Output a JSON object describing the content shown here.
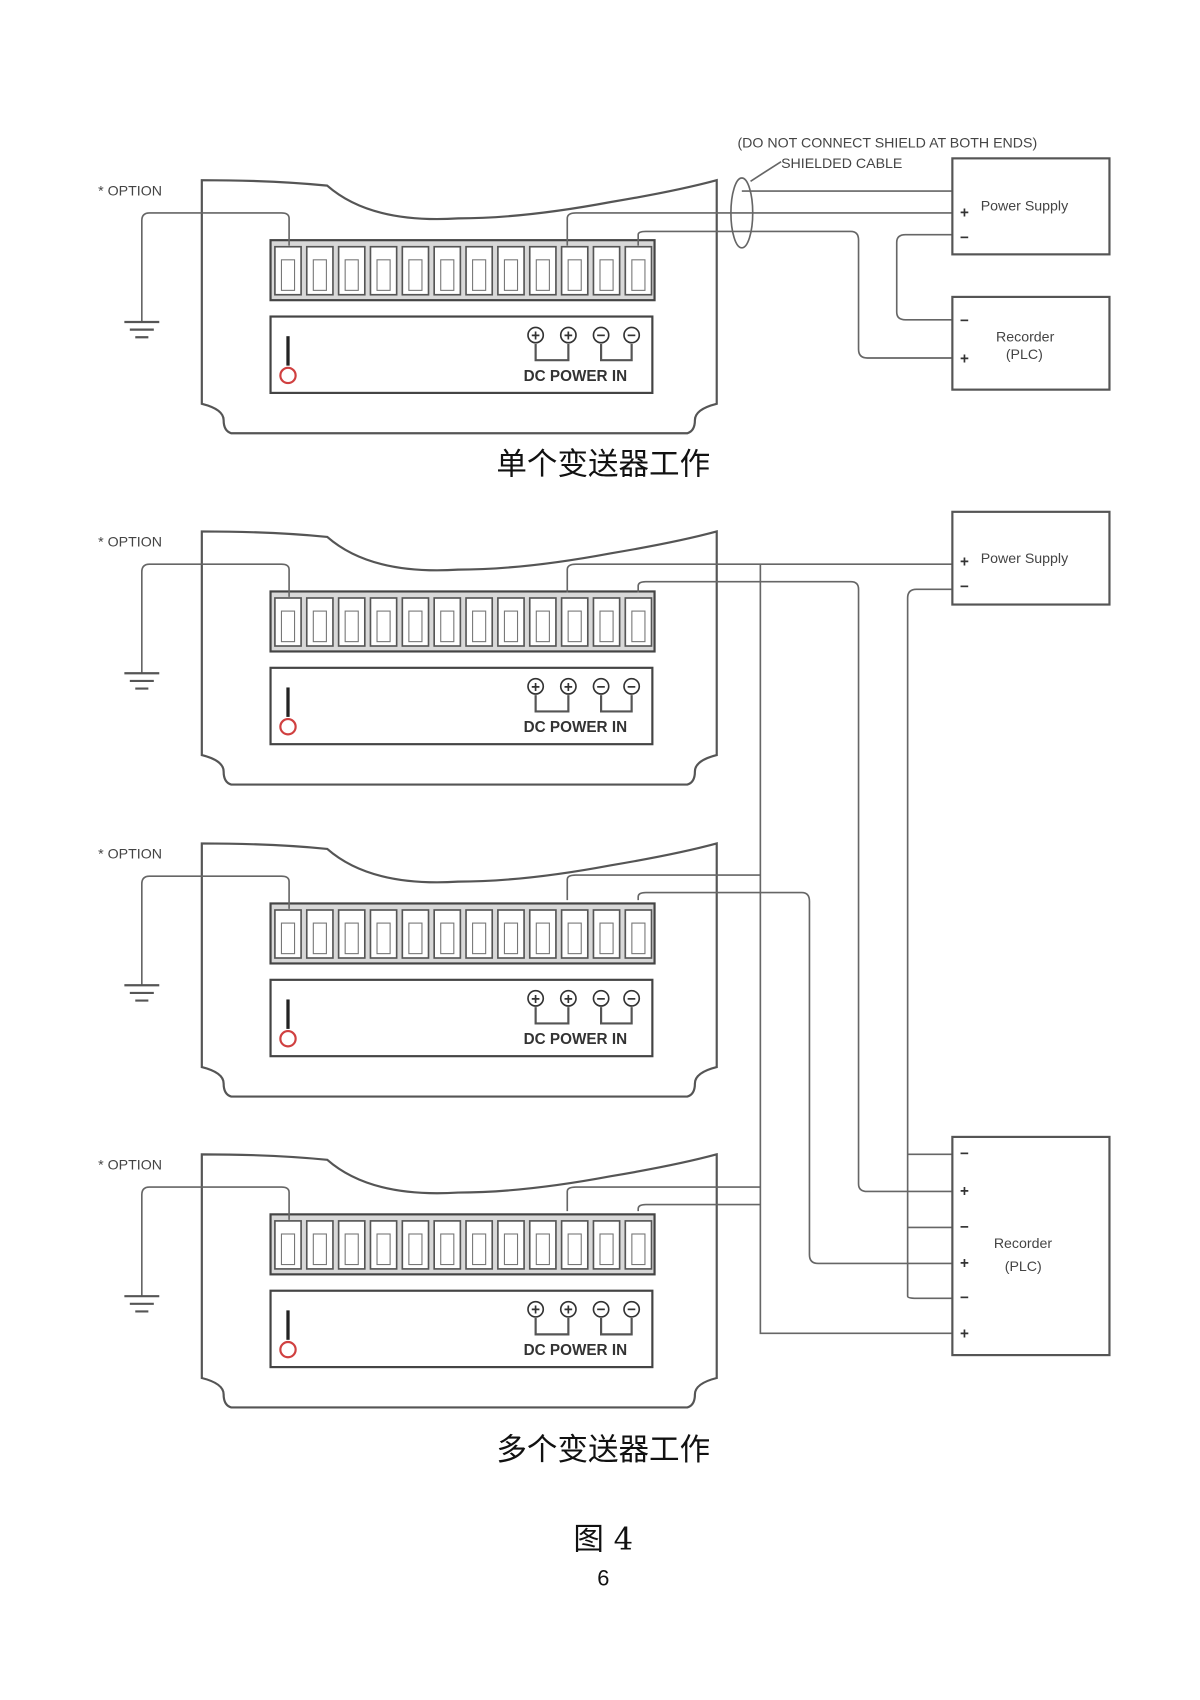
{
  "single": {
    "note": "(DO NOT CONNECT SHIELD AT BOTH ENDS)",
    "cable": "SHIELDED CABLE",
    "caption": "单个变送器工作"
  },
  "multi": {
    "caption": "多个变送器工作"
  },
  "option_label": "* OPTION",
  "dc_power_in": "DC POWER IN",
  "power_supply": "Power Supply",
  "recorder": "Recorder",
  "plc": "(PLC)",
  "figure_label": "图 4",
  "page_number": "6",
  "colors": {
    "line": "#555555",
    "ground_symbol": "#d04040"
  }
}
